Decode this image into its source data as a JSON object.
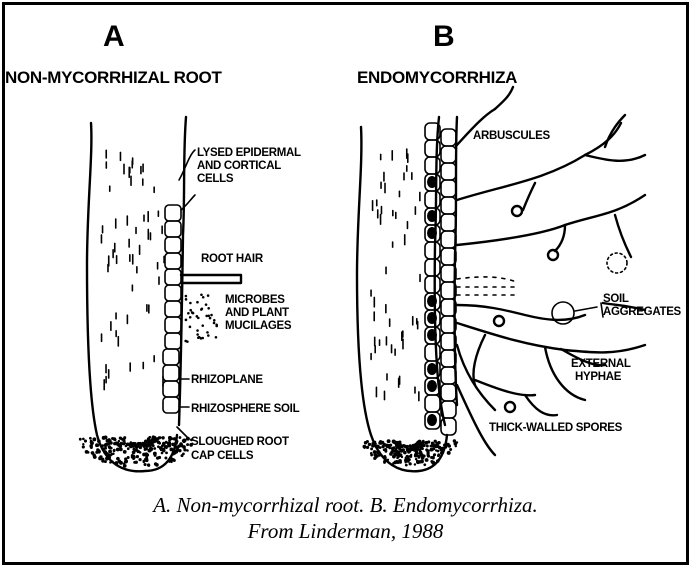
{
  "panel_a": {
    "letter": "A",
    "title": "NON-MYCORRHIZAL ROOT",
    "labels": {
      "lysed_1": "LYSED EPIDERMAL",
      "lysed_2": "AND CORTICAL",
      "lysed_3": "CELLS",
      "root_hair": "ROOT HAIR",
      "microbes_1": "MICROBES",
      "microbes_2": "AND PLANT",
      "microbes_3": "MUCILAGES",
      "rhizoplane": "RHIZOPLANE",
      "rhizosphere": "RHIZOSPHERE SOIL",
      "sloughed_1": "SLOUGHED ROOT",
      "sloughed_2": "CAP CELLS"
    }
  },
  "panel_b": {
    "letter": "B",
    "title": "ENDOMYCORRHIZA",
    "labels": {
      "arbuscules": "ARBUSCULES",
      "soil_1": "SOIL",
      "soil_2": "AGGREGATES",
      "external_1": "EXTERNAL",
      "external_2": "HYPHAE",
      "spores": "THICK-WALLED SPORES"
    }
  },
  "caption": {
    "line1": "A.  Non-mycorrhizal root.  B. Endomycorrhiza.",
    "line2": "From Linderman, 1988"
  }
}
